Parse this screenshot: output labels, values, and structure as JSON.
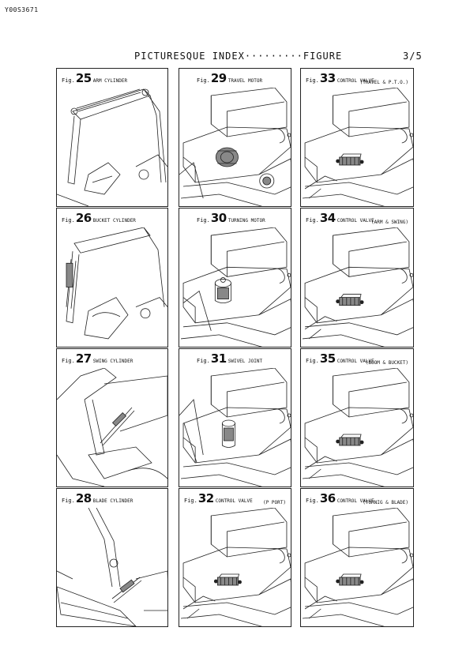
{
  "doc_id": "Y00S3671",
  "header": {
    "title": "PICTURESQUE INDEX·········FIGURE",
    "page": "3/5"
  },
  "figures": [
    {
      "fig_label": "Fig.",
      "number": "25",
      "title": "ARM CYLINDER",
      "subtitle": "",
      "art": "arm"
    },
    {
      "fig_label": "Fig.",
      "number": "29",
      "title": "TRAVEL MOTOR",
      "subtitle": "",
      "art": "travel"
    },
    {
      "fig_label": "Fig.",
      "number": "33",
      "title": "CONTROL VALVE",
      "subtitle": "(TRAVEL & P.T.O.)",
      "art": "valve"
    },
    {
      "fig_label": "Fig.",
      "number": "26",
      "title": "BUCKET CYLINDER",
      "subtitle": "",
      "art": "bucket"
    },
    {
      "fig_label": "Fig.",
      "number": "30",
      "title": "TURNING MOTOR",
      "subtitle": "",
      "art": "turning"
    },
    {
      "fig_label": "Fig.",
      "number": "34",
      "title": "CONTROL VALVE",
      "subtitle": "(ARM & SWING)",
      "art": "valve"
    },
    {
      "fig_label": "Fig.",
      "number": "27",
      "title": "SWING CYLINDER",
      "subtitle": "",
      "art": "swing"
    },
    {
      "fig_label": "Fig.",
      "number": "31",
      "title": "SWIVEL JOINT",
      "subtitle": "",
      "art": "swivel"
    },
    {
      "fig_label": "Fig.",
      "number": "35",
      "title": "CONTROL VALVE",
      "subtitle": "(BOOM & BUCKET)",
      "art": "valve"
    },
    {
      "fig_label": "Fig.",
      "number": "28",
      "title": "BLADE CYLINDER",
      "subtitle": "",
      "art": "blade"
    },
    {
      "fig_label": "Fig.",
      "number": "32",
      "title": "CONTROL VALVE",
      "subtitle": "(P PORT)",
      "art": "valve"
    },
    {
      "fig_label": "Fig.",
      "number": "36",
      "title": "CONTROL VALVE",
      "subtitle": "(TURNIG & BLADE)",
      "art": "valve"
    }
  ]
}
